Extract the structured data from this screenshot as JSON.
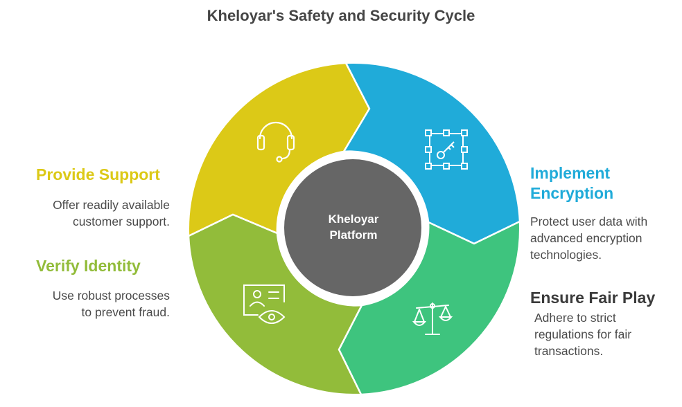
{
  "title": "Kheloyar's Safety and Security Cycle",
  "center": {
    "line1": "Kheloyar",
    "line2": "Platform",
    "color": "#666666"
  },
  "segments": {
    "encryption": {
      "title_line1": "Implement",
      "title_line2": "Encryption",
      "desc_line1": "Protect user data with",
      "desc_line2": "advanced encryption",
      "desc_line3": "technologies.",
      "color": "#20ABD9",
      "icon": "encryption-key-icon"
    },
    "fair_play": {
      "title": "Ensure Fair Play",
      "desc_line1": "Adhere to strict",
      "desc_line2": "regulations for fair",
      "desc_line3": "transactions.",
      "color": "#3EC47E",
      "title_color": "#3A3A3A",
      "icon": "scales-icon"
    },
    "identity": {
      "title": "Verify Identity",
      "desc_line1": "Use robust processes",
      "desc_line2": "to prevent fraud.",
      "color": "#92BC3A",
      "icon": "id-card-eye-icon"
    },
    "support": {
      "title": "Provide Support",
      "desc_line1": "Offer readily available",
      "desc_line2": "customer support.",
      "color": "#DCC917",
      "icon": "headset-icon"
    }
  }
}
